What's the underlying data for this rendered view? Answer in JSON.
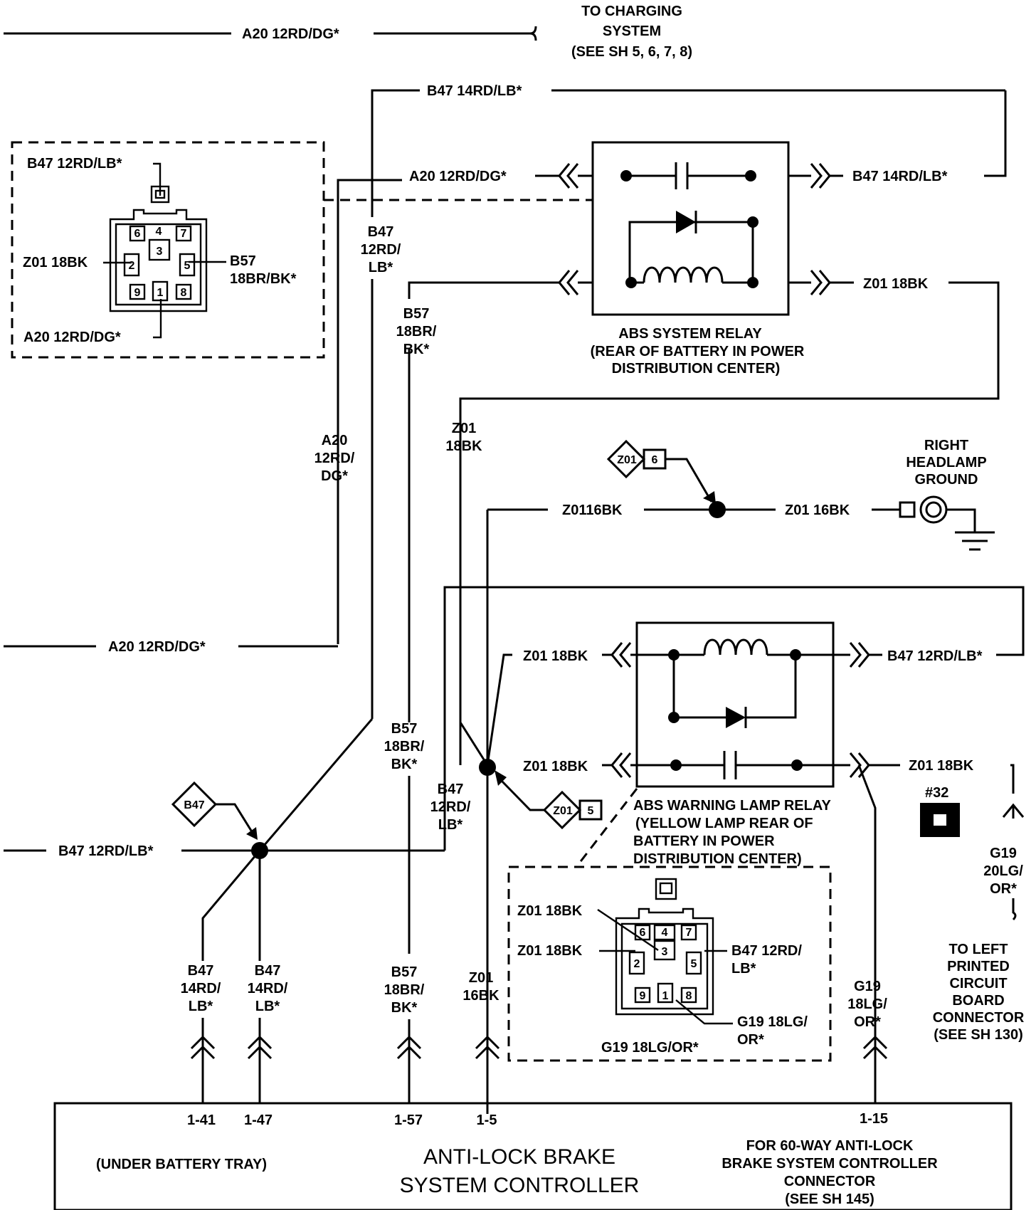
{
  "top_wire": {
    "label": "A20 12RD/DG*",
    "dest_lines": [
      "TO CHARGING",
      "SYSTEM",
      "(SEE SH 5, 6, 7, 8)"
    ]
  },
  "b47_top": "B47 14RD/LB*",
  "connector1": {
    "b47": "B47 12RD/LB*",
    "z01": "Z01 18BK",
    "b57": [
      "B57",
      "18BR/BK*"
    ],
    "a20": "A20 12RD/DG*",
    "pins": [
      "4",
      "6",
      "7",
      "3",
      "2",
      "5",
      "9",
      "1",
      "8"
    ]
  },
  "abs_relay": {
    "left_top": "A20 12RD/DG*",
    "right_top": "B47 14RD/LB*",
    "right_bottom": "Z01 18BK",
    "title": [
      "ABS SYSTEM RELAY",
      "(REAR OF BATTERY IN POWER",
      "DISTRIBUTION CENTER)"
    ]
  },
  "vert": {
    "b47_12": [
      "B47",
      "12RD/",
      "LB*"
    ],
    "b57_a": [
      "B57",
      "18BR/",
      "BK*"
    ],
    "a20": [
      "A20",
      "12RD/",
      "DG*"
    ],
    "z01_18": [
      "Z01",
      "18BK"
    ]
  },
  "ground": {
    "splice_z01": "Z01",
    "splice_num": "6",
    "left": "Z0116BK",
    "right": "Z01 16BK",
    "title": [
      "RIGHT",
      "HEADLAMP",
      "GROUND"
    ]
  },
  "mid_wire": "A20 12RD/DG*",
  "warning_relay": {
    "left_top": "Z01 18BK",
    "left_bottom": "Z01 18BK",
    "right_top": "B47 12RD/LB*",
    "right_bottom": "Z01 18BK",
    "title": [
      "ABS WARNING LAMP RELAY",
      "(YELLOW LAMP REAR OF",
      "BATTERY IN POWER",
      "DISTRIBUTION CENTER)"
    ]
  },
  "splice_b47": "B47",
  "splice_z01_5": {
    "code": "Z01",
    "num": "5"
  },
  "b47_left": "B47 12RD/LB*",
  "vert2": {
    "b57_b": [
      "B57",
      "18BR/",
      "BK*"
    ],
    "b47_12b": [
      "B47",
      "12RD/",
      "LB*"
    ]
  },
  "fuse": {
    "label": "#32"
  },
  "g19_right": [
    "G19",
    "20LG/",
    "OR*"
  ],
  "to_left": [
    "TO LEFT",
    "PRINTED",
    "CIRCUIT",
    "BOARD",
    "CONNECTOR",
    "(SEE SH 130)"
  ],
  "connector2": {
    "z01_a": "Z01 18BK",
    "z01_b": "Z01 18BK",
    "b47": [
      "B47 12RD/",
      "LB*"
    ],
    "g19_a": [
      "G19 18LG/",
      "OR*"
    ],
    "g19_b": "G19 18LG/OR*",
    "pins": [
      "6",
      "4",
      "7",
      "3",
      "2",
      "5",
      "9",
      "1",
      "8"
    ]
  },
  "bottom_wires": {
    "b47_a": [
      "B47",
      "14RD/",
      "LB*"
    ],
    "b47_b": [
      "B47",
      "14RD/",
      "LB*"
    ],
    "b57": [
      "B57",
      "18BR/",
      "BK*"
    ],
    "z01": [
      "Z01",
      "16BK"
    ],
    "g19": [
      "G19",
      "18LG/",
      "OR*"
    ]
  },
  "controller": {
    "pins": [
      "1-41",
      "1-47",
      "1-57",
      "1-5",
      "1-15"
    ],
    "under": "(UNDER BATTERY TRAY)",
    "title": [
      "ANTI-LOCK BRAKE",
      "SYSTEM CONTROLLER"
    ],
    "note": [
      "FOR 60-WAY ANTI-LOCK",
      "BRAKE SYSTEM  CONTROLLER",
      "CONNECTOR",
      "(SEE SH 145)"
    ]
  }
}
